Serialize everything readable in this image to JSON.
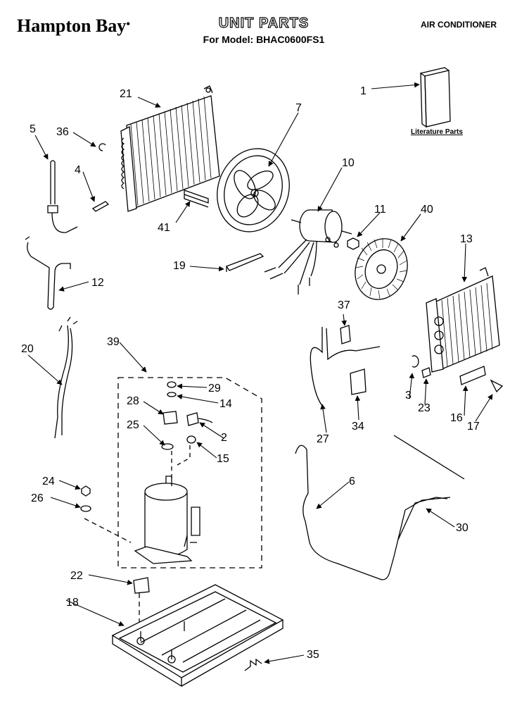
{
  "header": {
    "brand": "Hampton Bay",
    "brand_mark": "•",
    "title": "UNIT PARTS",
    "model": "For Model: BHAC0600FS1",
    "category": "AIR CONDITIONER"
  },
  "literature_label": "Literature Parts",
  "callouts": [
    "1",
    "2",
    "3",
    "4",
    "5",
    "6",
    "7",
    "10",
    "11",
    "12",
    "13",
    "14",
    "15",
    "16",
    "17",
    "18",
    "19",
    "20",
    "21",
    "22",
    "23",
    "24",
    "25",
    "26",
    "27",
    "28",
    "29",
    "30",
    "34",
    "35",
    "36",
    "37",
    "39",
    "40",
    "41"
  ]
}
